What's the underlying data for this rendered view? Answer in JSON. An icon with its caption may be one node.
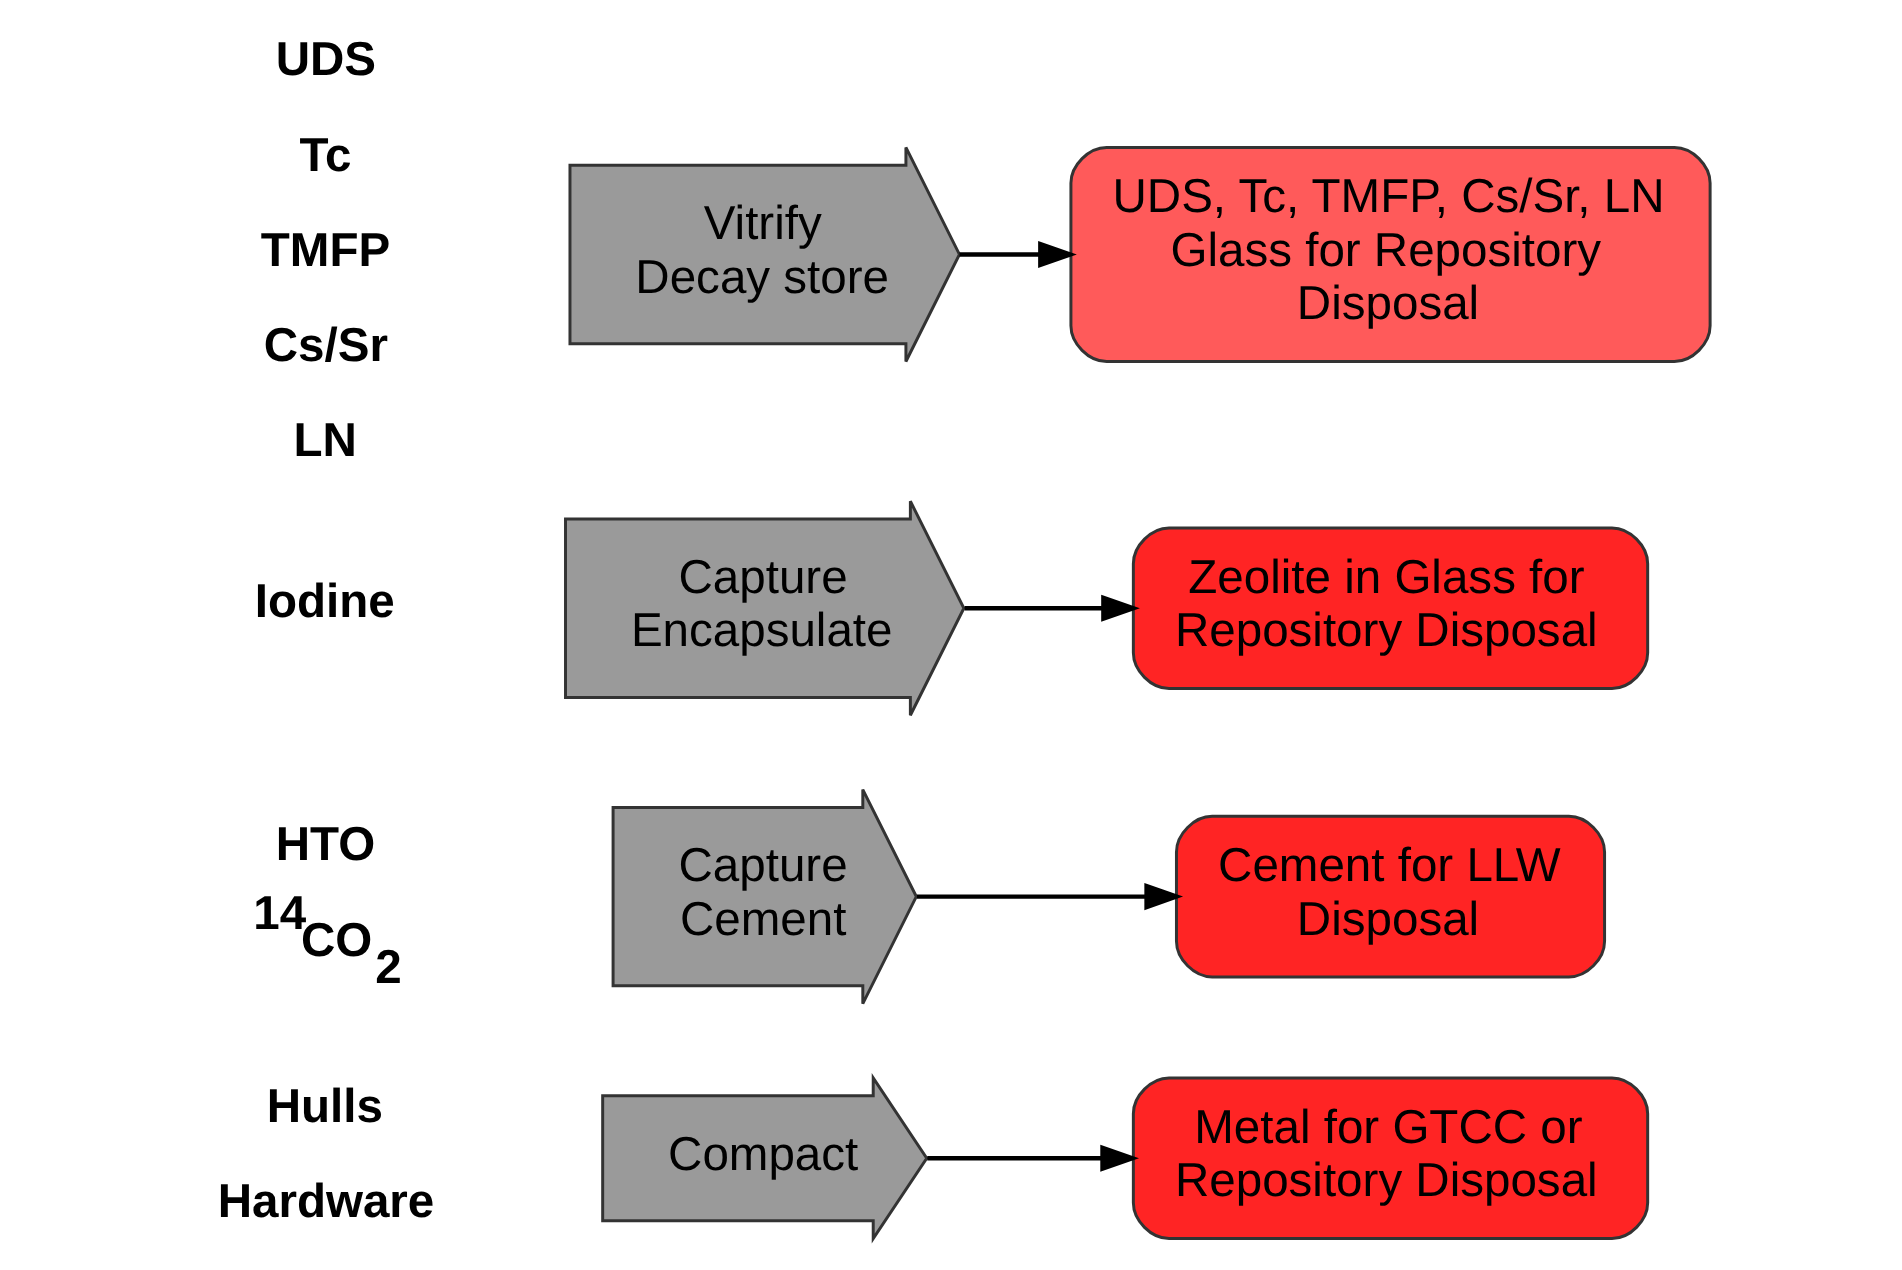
{
  "diagram": {
    "nodes": [
      {
        "text": [
          "Compact"
        ],
        "beside": [
          "Hulls",
          "Hardware"
        ]
      },
      {
        "text": [
          "Metal for GTCC or Repository Disposal"
        ]
      },
      {
        "text": [
          "Capture Cement"
        ],
        "beside": [
          "HTO",
          "$^{14}$CO$_{2}$"
        ]
      },
      {
        "text": [
          "Cement for LLW Disposal"
        ]
      },
      {
        "text": [
          "Capture Encapsulate"
        ],
        "beside": [
          "Iodine"
        ]
      },
      {
        "text": [
          "Zeolite in Glass for Repository Disposal"
        ]
      },
      {
        "text": [
          "Vitrify Decay store"
        ],
        "beside": [
          "UDS",
          "Tc",
          "TMFP",
          "Cs/Sr",
          "LN"
        ]
      },
      {
        "text": [
          "UDS, Tc, TMFP, Cs/Sr, LN Glass for Repository Disposal"
        ]
      }
    ],
    "edges": [
      {
        "from": 0,
        "to": 1,
        "arrow": "to"
      },
      {
        "from": 2,
        "to": 3,
        "arrow": "to"
      },
      {
        "from": 4,
        "to": 5,
        "arrow": "to"
      },
      {
        "from": 6,
        "to": 7,
        "arrow": "to"
      }
    ]
  }
}
